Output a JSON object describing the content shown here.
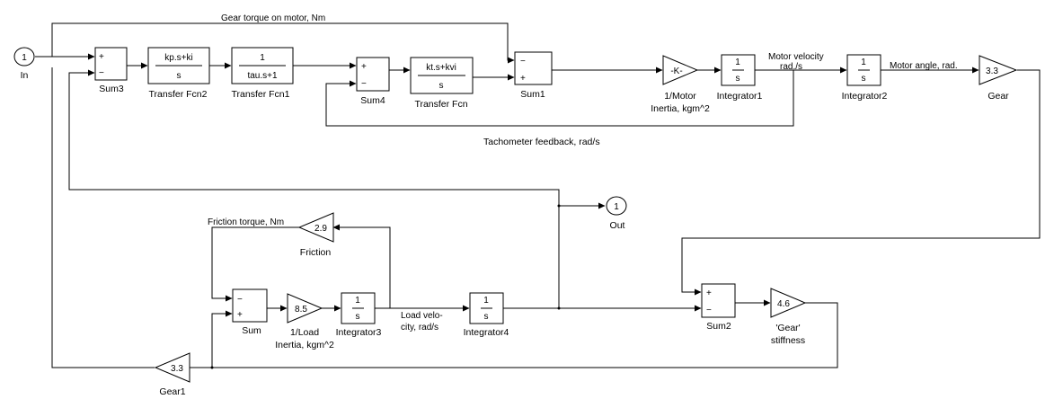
{
  "blocks": {
    "in": {
      "number": "1",
      "name": "In"
    },
    "out": {
      "number": "1",
      "name": "Out"
    },
    "sum3": {
      "name": "Sum3",
      "signs": [
        "+",
        "−"
      ]
    },
    "tf2": {
      "num": "kp.s+ki",
      "den": "s",
      "name": "Transfer Fcn2"
    },
    "tf1": {
      "num": "1",
      "den": "tau.s+1",
      "name": "Transfer Fcn1"
    },
    "sum4": {
      "name": "Sum4",
      "signs": [
        "+",
        "−"
      ]
    },
    "tf": {
      "num": "kt.s+kvi",
      "den": "s",
      "name": "Transfer Fcn"
    },
    "sum1": {
      "name": "Sum1",
      "signs": [
        "−",
        "+"
      ]
    },
    "gain_motor": {
      "value": "-K-",
      "name_line1": "1/Motor",
      "name_line2": "Inertia, kgm^2"
    },
    "int1": {
      "num": "1",
      "den": "s",
      "name": "Integrator1"
    },
    "int2": {
      "num": "1",
      "den": "s",
      "name": "Integrator2"
    },
    "gear": {
      "value": "3.3",
      "name": "Gear"
    },
    "friction": {
      "value": "2.9",
      "name": "Friction"
    },
    "sum": {
      "name": "Sum",
      "signs": [
        "−",
        "+"
      ]
    },
    "gain_load": {
      "value": "8.5",
      "name_line1": "1/Load",
      "name_line2": "Inertia, kgm^2"
    },
    "int3": {
      "num": "1",
      "den": "s",
      "name": "Integrator3"
    },
    "int4": {
      "num": "1",
      "den": "s",
      "name": "Integrator4"
    },
    "sum2": {
      "name": "Sum2",
      "signs": [
        "+",
        "−"
      ]
    },
    "stiffness": {
      "value": "4.6",
      "name_line1": "'Gear'",
      "name_line2": "stiffness"
    },
    "gear1": {
      "value": "3.3",
      "name": "Gear1"
    }
  },
  "signals": {
    "gear_torque": "Gear torque on motor, Nm",
    "motor_velocity_line1": "Motor velocity",
    "motor_velocity_line2": "rad./s",
    "motor_angle": "Motor angle, rad.",
    "tachometer": "Tachometer feedback, rad/s",
    "friction_torque": "Friction torque, Nm",
    "load_velocity_line1": "Load velo-",
    "load_velocity_line2": "city, rad/s"
  }
}
